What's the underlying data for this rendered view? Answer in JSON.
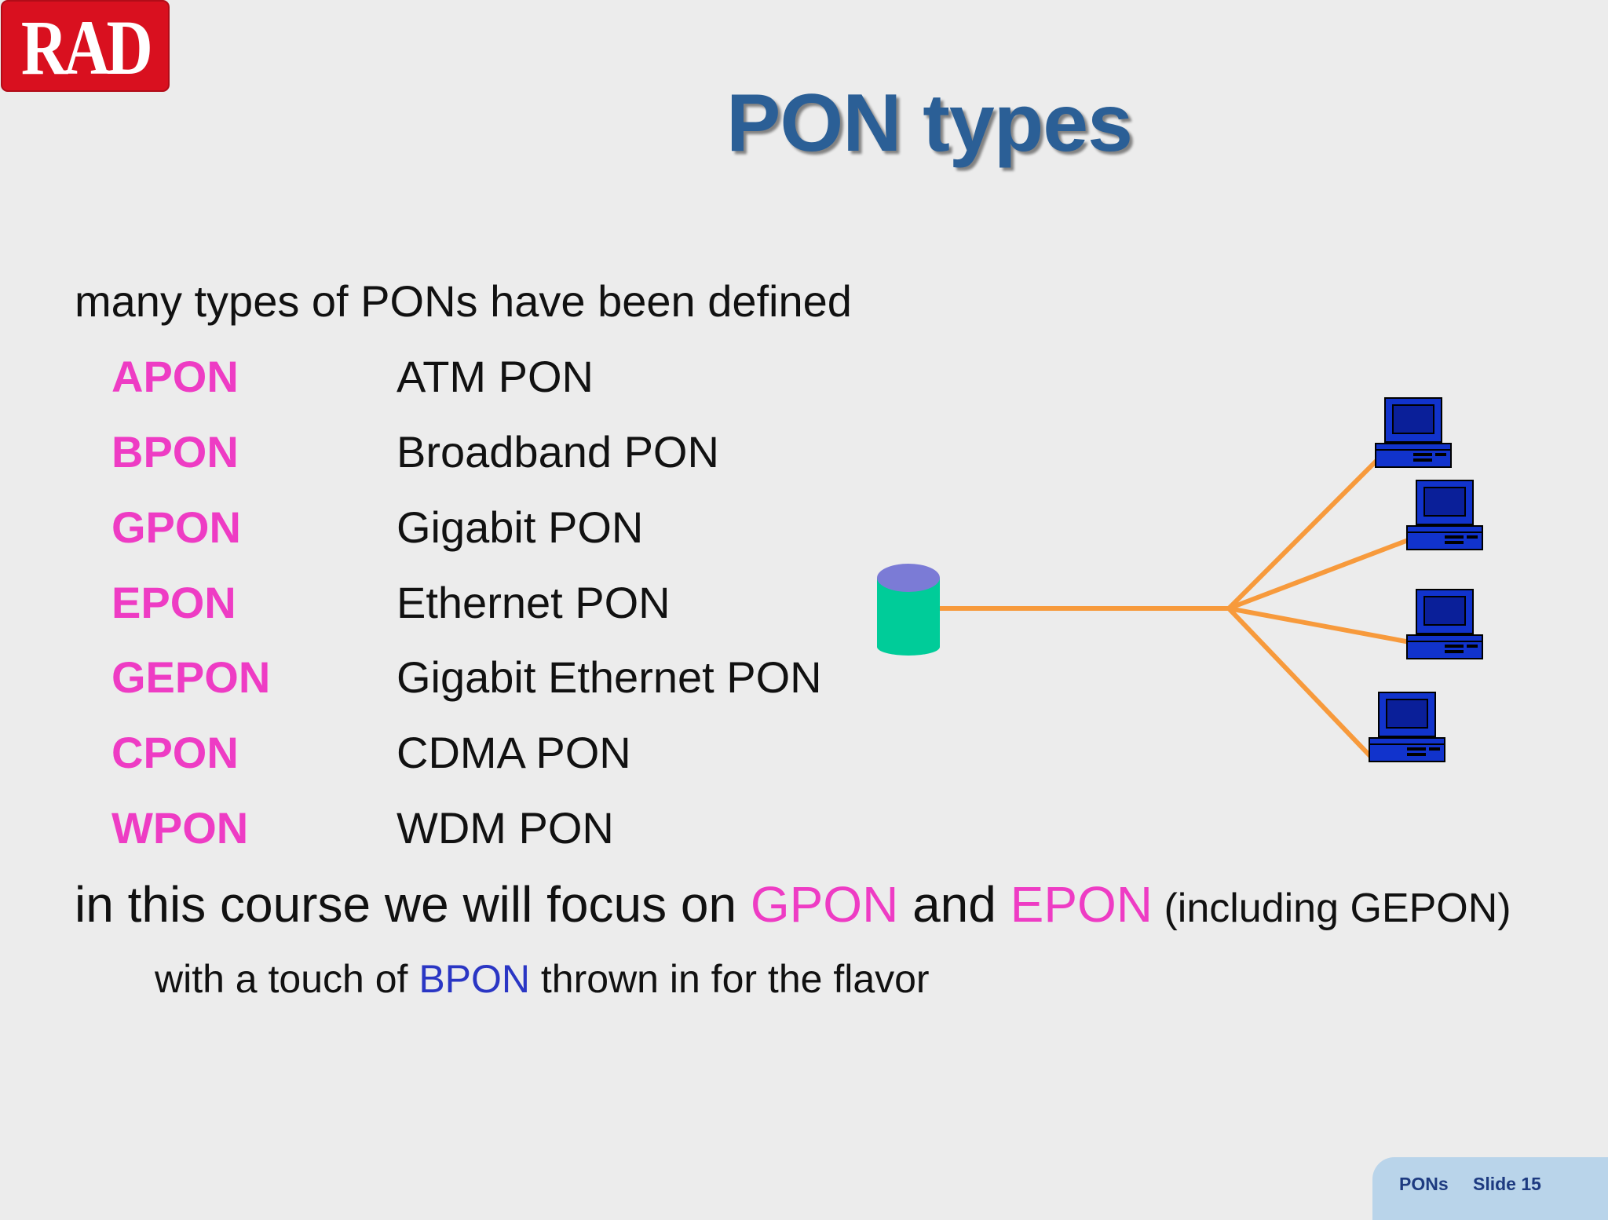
{
  "logo": {
    "text": "RAD"
  },
  "title": "PON types",
  "intro": "many types of PONs have been defined",
  "pon_types": [
    {
      "abbr": "APON",
      "full": "ATM PON"
    },
    {
      "abbr": "BPON",
      "full": "Broadband PON"
    },
    {
      "abbr": "GPON",
      "full": "Gigabit PON"
    },
    {
      "abbr": "EPON",
      "full": "Ethernet PON"
    },
    {
      "abbr": "GEPON",
      "full": "Gigabit Ethernet PON"
    },
    {
      "abbr": "CPON",
      "full": "CDMA PON"
    },
    {
      "abbr": "WPON",
      "full": "WDM PON"
    }
  ],
  "focus": {
    "part1": "in this course we will focus on ",
    "gpon": "GPON",
    "and": " and ",
    "epon": "EPON",
    "note": " (including GEPON)"
  },
  "flavor": {
    "part1": "with a touch of ",
    "bpon": "BPON",
    "part2": " thrown in for the flavor"
  },
  "footer": {
    "section": "PONs",
    "slide": "Slide 15"
  },
  "colors": {
    "title": "#2b5f96",
    "pink": "#ee3cc4",
    "blue": "#2a36c4",
    "fiber": "#f79a3c",
    "olt_body": "#00cc99",
    "olt_top": "#7b7bd6",
    "computer": "#1133cc",
    "logo_red": "#d9101f"
  },
  "diagram": {
    "olt_icon": "cylinder-icon",
    "onu_icon": "computer-icon"
  }
}
